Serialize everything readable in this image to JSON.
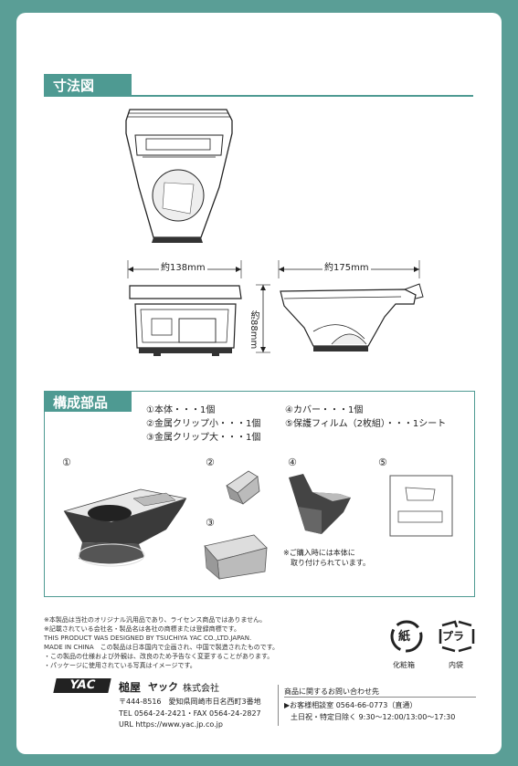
{
  "dimensions": {
    "header": "寸法図",
    "width_label": "約138mm",
    "length_label": "約175mm",
    "height_label": "約88mm"
  },
  "components": {
    "header": "構成部品",
    "items": [
      "①本体・・・1個",
      "②金属クリップ小・・・1個",
      "③金属クリップ大・・・1個",
      "④カバー・・・1個",
      "⑤保護フィルム（2枚組）・・・1シート"
    ],
    "markers": [
      "①",
      "②",
      "③",
      "④",
      "⑤"
    ],
    "note_line1": "※ご購入時には本体に",
    "note_line2": "取り付けられています。"
  },
  "disclaimer": [
    "※本製品は当社のオリジナル汎用品であり、ライセンス商品ではありません。",
    "※記載されている会社名・製品名は各社の商標または登録商標です。",
    "THIS PRODUCT WAS DESIGNED BY TSUCHIYA YAC CO.,LTD.JAPAN.",
    "MADE IN CHINA　この製品は日本国内で企画され、中国で製造されたものです。",
    "・この製品の仕様および外観は、改良のため予告なく変更することがあります。",
    "・パッケージに使用されている写真はイメージです。"
  ],
  "recycle": {
    "paper_glyph": "紙",
    "paper_label": "化粧箱",
    "plastic_glyph": "プラ",
    "plastic_label": "内袋"
  },
  "company": {
    "logo": "YAC",
    "name_stylized": "槌屋",
    "name_kana": "ヤック",
    "name_suffix": "株式会社",
    "address": "〒444-8516　愛知県岡崎市日名西町3番地",
    "tel_fax": "TEL 0564-24-2421・FAX 0564-24-2827",
    "url": "URL https://www.yac.jp.co.jp"
  },
  "inquiry": {
    "title": "商品に関するお問い合わせ先",
    "line1": "▶お客様相談室 0564-66-0773（直通）",
    "line2": "土日祝・特定日除く 9:30〜12:00/13:00〜17:30"
  }
}
